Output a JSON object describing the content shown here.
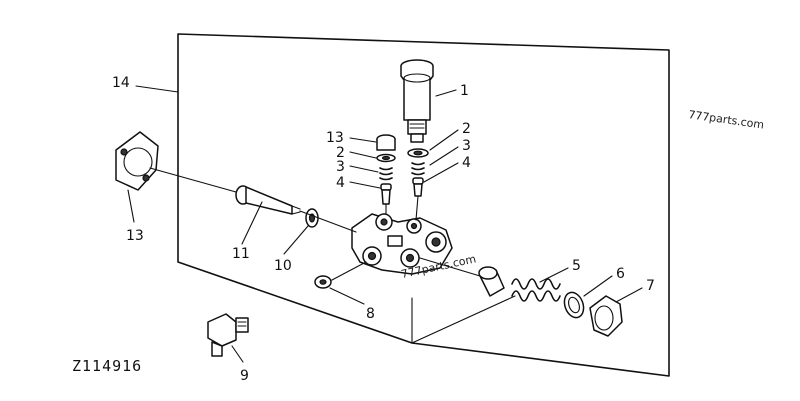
{
  "diagram": {
    "catalog_number": "Z114916",
    "watermark": "777parts.com",
    "stamp": "777parts.com",
    "callouts": {
      "c1": "1",
      "c2a": "2",
      "c3a": "3",
      "c4a": "4",
      "c13a": "13",
      "c2b": "2",
      "c3b": "3",
      "c4b": "4",
      "c14": "14",
      "c13b": "13",
      "c11": "11",
      "c10": "10",
      "c8": "8",
      "c5": "5",
      "c6": "6",
      "c7": "7",
      "c9": "9"
    }
  }
}
